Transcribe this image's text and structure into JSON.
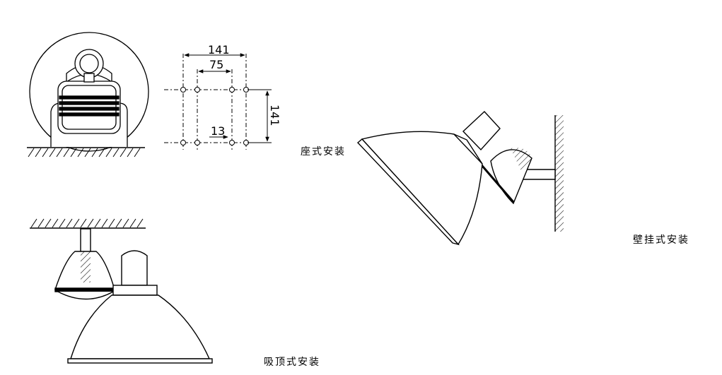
{
  "dimensions": {
    "outer_spacing": "141",
    "inner_spacing": "75",
    "hole_size": "13",
    "vertical_spacing": "141"
  },
  "captions": {
    "base_mount": "座式安装",
    "wall_mount": "壁挂式安装",
    "ceiling_mount": "吸顶式安装"
  }
}
